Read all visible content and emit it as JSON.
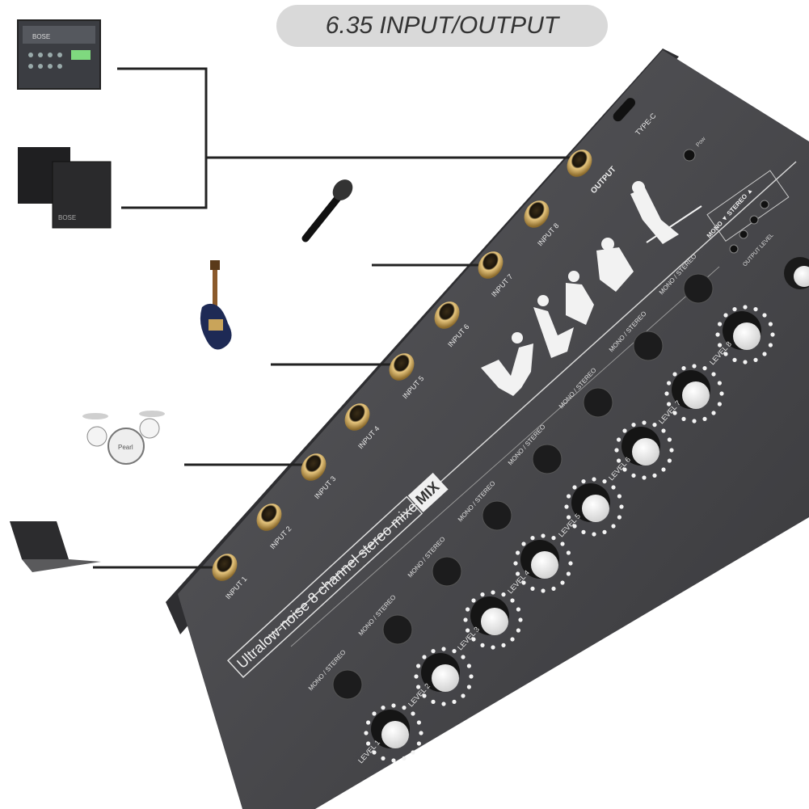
{
  "banner": {
    "text": "6.35 INPUT/OUTPUT"
  },
  "device": {
    "model_text": "Ultralow-noise 8 channel stereo mixer",
    "badge": "MIX",
    "type_c_label": "TYPE-C",
    "power_label": "Pow",
    "output_label": "OUTPUT",
    "output_level_label": "OUTPUT LEVEL",
    "output_mode_label": "MONO ▼ STEREO ▲",
    "inputs": [
      "INPUT 1",
      "INPUT 2",
      "INPUT 3",
      "INPUT 4",
      "INPUT 5",
      "INPUT 6",
      "INPUT 7",
      "INPUT 8"
    ],
    "mode_labels": [
      "MONO / STEREO",
      "MONO / STEREO",
      "MONO / STEREO",
      "MONO / STEREO",
      "MONO / STEREO",
      "MONO / STEREO",
      "MONO / STEREO",
      "MONO / STEREO"
    ],
    "levels": [
      "LEVEL 1",
      "LEVEL 2",
      "LEVEL 3",
      "LEVEL 4",
      "LEVEL 5",
      "LEVEL 6",
      "LEVEL 7",
      "LEVEL 8"
    ]
  },
  "peripherals": {
    "mixer_brand": "BOSE",
    "speaker_brand": "BOSE",
    "drum_brand": "Pearl"
  },
  "colors": {
    "device_body": "#4a4a4d",
    "jack_gold": "#c9a45a",
    "banner_bg": "#d9d9d9",
    "silhouette": "#f2f2f2"
  }
}
